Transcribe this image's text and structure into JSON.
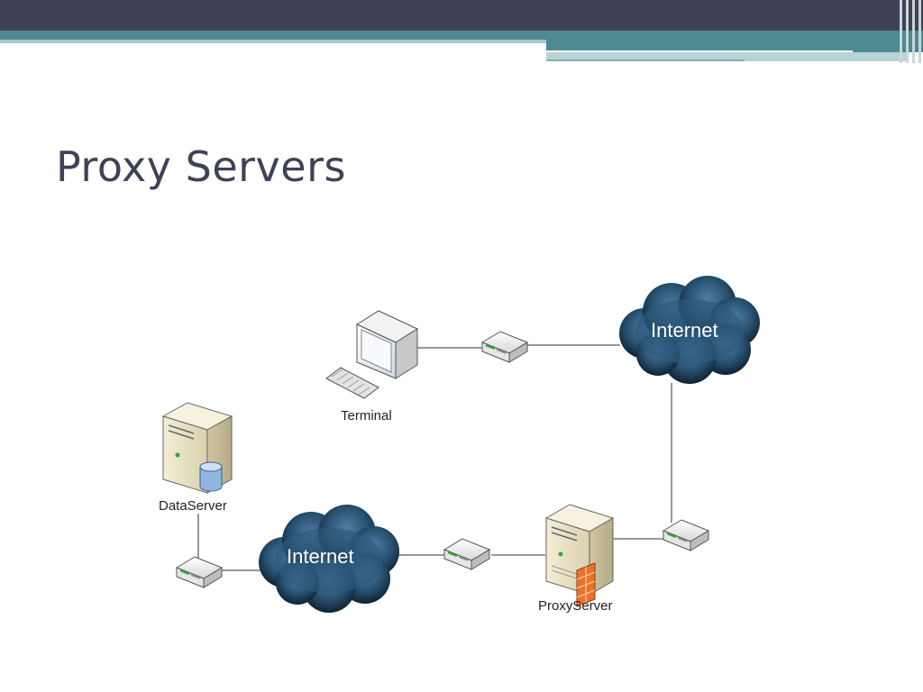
{
  "slide": {
    "title": "Proxy Servers"
  },
  "diagram": {
    "nodes": {
      "terminal": "Terminal",
      "data_server": "DataServer",
      "proxy_server": "ProxyServer",
      "internet_top": "Internet",
      "internet_bottom": "Internet"
    }
  },
  "colors": {
    "header_dark": "#3f4257",
    "header_teal": "#4d8a92",
    "cloud_fill": "#1f3f5a"
  }
}
